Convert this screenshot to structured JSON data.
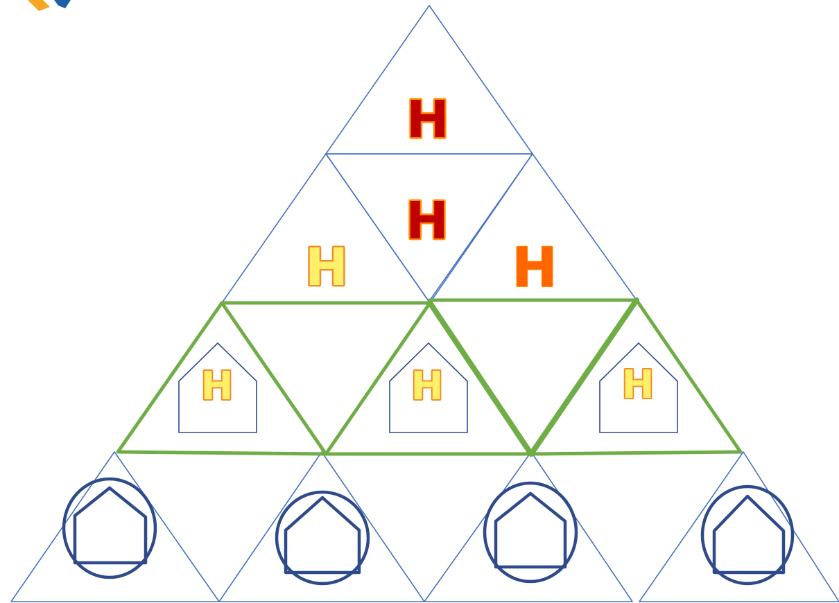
{
  "colors": {
    "triangle_outline": "#4472C4",
    "highlight_outline": "#70AD47",
    "house_outline": "#2F4A8A",
    "h_dark_red_fill": "#C00000",
    "h_dark_red_stroke": "#FF8C00",
    "h_orange_fill": "#FF6600",
    "h_yellow_fill": "#FFF06A",
    "h_yellow_stroke": "#F28C28",
    "logo_orange": "#F5A623",
    "logo_blue": "#1F5FA8"
  },
  "glyphs": {
    "top_h": "H",
    "upper_center_h": "H",
    "upper_left_h": "H",
    "upper_right_h": "H",
    "mid_left_house_h": "H",
    "mid_center_house_h": "H",
    "mid_right_house_h": "H"
  },
  "icons": {
    "house": "house-outline-icon",
    "circled_house": "circled-house-icon",
    "logo": "corner-logo-icon"
  }
}
